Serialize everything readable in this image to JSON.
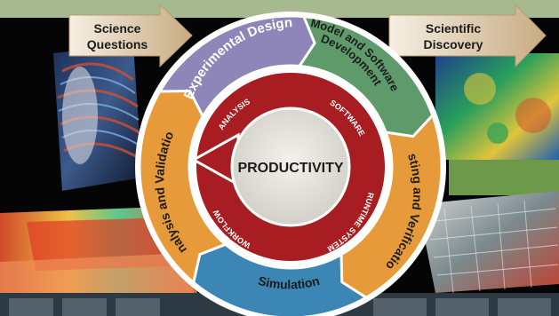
{
  "arrow_labels": {
    "left_line1": "Science",
    "left_line2": "Questions",
    "right_line1": "Scientific",
    "right_line2": "Discovery"
  },
  "cycle": {
    "outer_segments": [
      {
        "id": "experimental",
        "line1": "Experimental Design",
        "line2": "",
        "color": "#8e86b8"
      },
      {
        "id": "model",
        "line1": "Model and Software",
        "line2": "Development",
        "color": "#5f9a6b"
      },
      {
        "id": "testing",
        "line1": "Testing and Verification",
        "line2": "",
        "color": "#e79a3a"
      },
      {
        "id": "simulation",
        "line1": "Simulation",
        "line2": "",
        "color": "#3b86b4"
      },
      {
        "id": "analysis",
        "line1": "Analysis and Validation",
        "line2": "",
        "color": "#e79a3a"
      }
    ],
    "inner_ring": {
      "color": "#a71d21",
      "labels": {
        "analysis": "ANALYSIS",
        "software": "SOFTWARE",
        "runtime": "RUNTIME SYSTEM",
        "workflow": "WORKFLOW"
      }
    },
    "center": "PRODUCTIVITY"
  },
  "colors": {
    "top_band": "#a6b98f",
    "arrow_fill": "#c9b08a",
    "ring_border": "#ffffff",
    "center_fill": "#e6e4dc"
  }
}
